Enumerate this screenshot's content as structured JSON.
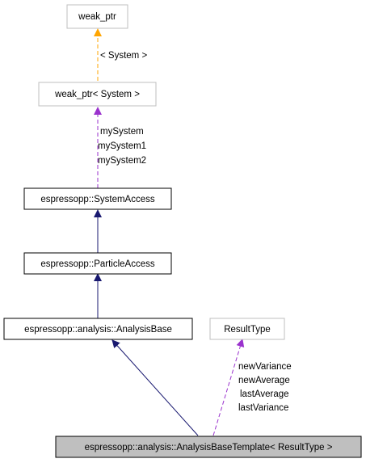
{
  "colors": {
    "inheritance": "#191970",
    "template_instance": "#ffa500",
    "usage": "#9a32cd",
    "node_border_strong": "#000000",
    "node_border_weak": "#bfbfbf",
    "highlight_fill": "#bfbfbf"
  },
  "nodes": {
    "weak_ptr": "weak_ptr",
    "weak_ptr_system": "weak_ptr< System >",
    "system_access": "espressopp::SystemAccess",
    "particle_access": "espressopp::ParticleAccess",
    "analysis_base": "espressopp::analysis::AnalysisBase",
    "result_type": "ResultType",
    "analysis_base_template": "espressopp::analysis::AnalysisBaseTemplate< ResultType >"
  },
  "edges": {
    "template_arg": "< System >",
    "system_members": [
      "mySystem",
      "mySystem1",
      "mySystem2"
    ],
    "result_members": [
      "newVariance",
      "newAverage",
      "lastAverage",
      "lastVariance"
    ]
  }
}
